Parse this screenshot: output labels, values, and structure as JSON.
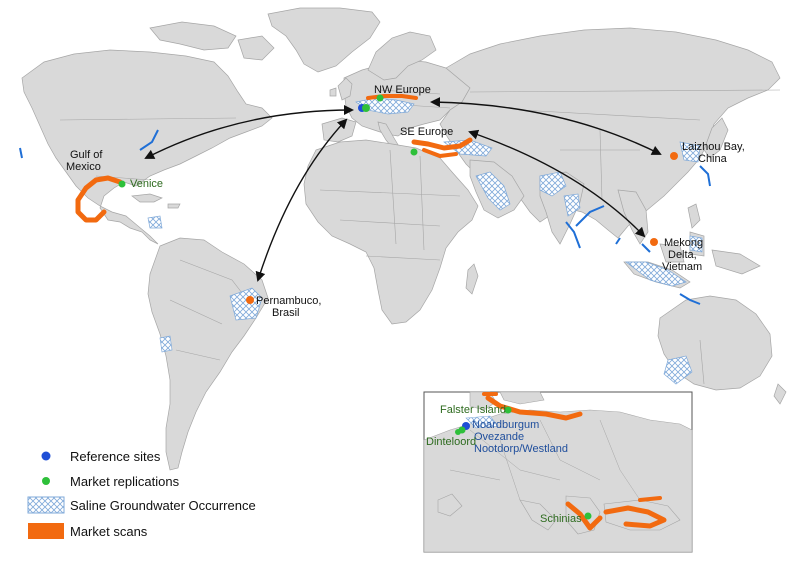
{
  "colors": {
    "ocean": "#ffffff",
    "land": "#d9d9d9",
    "border": "#a6a6a6",
    "reference_site": "#1f4fd6",
    "market_replication": "#2ec03a",
    "market_scan": "#f26a10",
    "market_scan_point": "#f26a10",
    "saline_hatch": "#7fa9d9",
    "coast_blue": "#1f6fd6",
    "arrow": "#111111"
  },
  "labels": {
    "gulf_of_mexico_1": "Gulf of",
    "gulf_of_mexico_2": "Mexico",
    "venice": "Venice",
    "nw_europe": "NW Europe",
    "se_europe": "SE Europe",
    "laizhou_1": "Laizhou Bay,",
    "laizhou_2": "China",
    "mekong_1": "Mekong",
    "mekong_2": "Delta,",
    "mekong_3": "Vietnam",
    "pernambuco_1": "Pernambuco,",
    "pernambuco_2": "Brasil"
  },
  "inset": {
    "falster": "Falster Island",
    "noardburgum": "Noardburgum",
    "ovezande": "Ovezande",
    "nootdorp": "Nootdorp/Westland",
    "dinteloord": "Dinteloord",
    "schinias": "Schinias"
  },
  "legend": {
    "reference_sites": "Reference sites",
    "market_replications": "Market replications",
    "saline_groundwater": "Saline Groundwater Occurrence",
    "market_scans": "Market scans"
  }
}
